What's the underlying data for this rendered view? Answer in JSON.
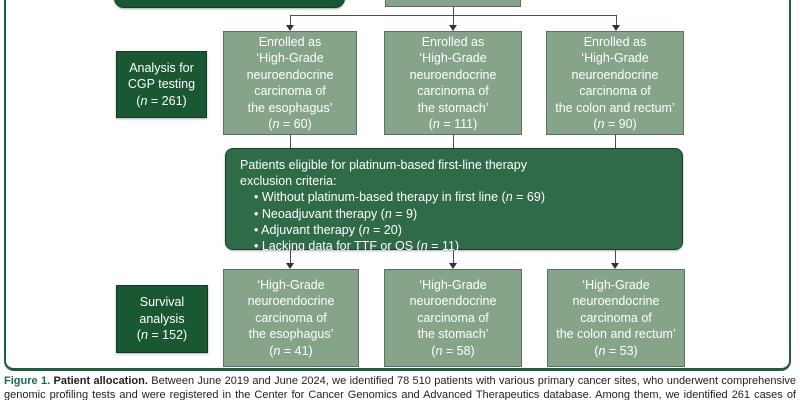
{
  "colors": {
    "dark_green": "#1a5733",
    "exclusion_green": "#2f6a49",
    "sage": "#86a48a",
    "sage_border": "#5f6f60",
    "frame_green": "#235c3c",
    "connector_gray": "#4c4c4c",
    "caption_green": "#1d6b4f"
  },
  "flow": {
    "row1_label": {
      "body": "Analysis for\nCGP testing",
      "n": {
        "pre": "(",
        "var": "n",
        "post": " = 261)"
      }
    },
    "row2_label": {
      "body": "Survival\nanalysis",
      "n": {
        "pre": "(",
        "var": "n",
        "post": " = 152)"
      }
    },
    "row1_boxes": [
      {
        "body": "Enrolled as\n‘High-Grade\nneuroendocrine\ncarcinoma of\nthe esophagus’",
        "n": {
          "pre": "(",
          "var": "n",
          "post": " = 60)"
        }
      },
      {
        "body": "Enrolled as\n‘High-Grade\nneuroendocrine\ncarcinoma of\nthe stomach’",
        "n": {
          "pre": "(",
          "var": "n",
          "post": " = 111)"
        }
      },
      {
        "body": "Enrolled as\n‘High-Grade\nneuroendocrine\ncarcinoma of\nthe colon and rectum’",
        "n": {
          "pre": "(",
          "var": "n",
          "post": " = 90)"
        }
      }
    ],
    "row2_boxes": [
      {
        "body": "‘High-Grade\nneuroendocrine\ncarcinoma of\nthe esophagus’",
        "n": {
          "pre": "(",
          "var": "n",
          "post": " = 41)"
        }
      },
      {
        "body": "‘High-Grade\nneuroendocrine\ncarcinoma of\nthe stomach’",
        "n": {
          "pre": "(",
          "var": "n",
          "post": " = 58)"
        }
      },
      {
        "body": "‘High-Grade\nneuroendocrine\ncarcinoma of\nthe colon and rectum’",
        "n": {
          "pre": "(",
          "var": "n",
          "post": " = 53)"
        }
      }
    ],
    "exclusion": {
      "line1": "Patients eligible for platinum-based first-line therapy",
      "line2": "exclusion criteria:",
      "bullets": [
        {
          "pre": "• Without platinum-based therapy in first line (",
          "var": "n",
          "post": " = 69)"
        },
        {
          "pre": "• Neoadjuvant therapy (",
          "var": "n",
          "post": " = 9)"
        },
        {
          "pre": "• Adjuvant therapy (",
          "var": "n",
          "post": " = 20)"
        },
        {
          "pre": "• Lacking data for TTF or OS (",
          "var": "n",
          "post": " = 11)"
        }
      ]
    }
  },
  "caption": {
    "figure_label": "Figure 1.",
    "title": " Patient allocation. ",
    "line1_rest": "Between June 2019 and June 2024, we identified 78 510 patients with various primary cancer sites, who underwent comprehensive",
    "line2": "genomic profiling tests and were registered in the Center for Cancer Genomics and Advanced Therapeutics database. Among them, we identified 261 cases of"
  }
}
